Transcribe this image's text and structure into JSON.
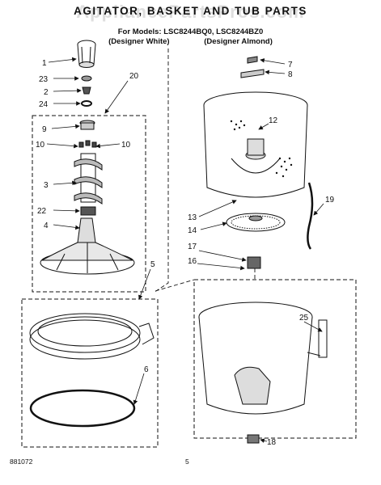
{
  "header": {
    "watermark": "AppliancePartsPros.com",
    "title": "AGITATOR, BASKET AND TUB PARTS",
    "models_line": "For Models: LSC8244BQ0,   LSC8244BZ0",
    "white_label": "(Designer White)",
    "almond_label": "(Designer Almond)"
  },
  "callouts": {
    "c1": "1",
    "c23": "23",
    "c2": "2",
    "c24": "24",
    "c20": "20",
    "c9": "9",
    "c10a": "10",
    "c10b": "10",
    "c3": "3",
    "c22": "22",
    "c4": "4",
    "c5": "5",
    "c6": "6",
    "c7": "7",
    "c8": "8",
    "c12": "12",
    "c19": "19",
    "c13": "13",
    "c14": "14",
    "c17": "17",
    "c16": "16",
    "c25": "25",
    "c18": "18"
  },
  "footer": {
    "doc_number": "881072",
    "page_number": "5"
  }
}
